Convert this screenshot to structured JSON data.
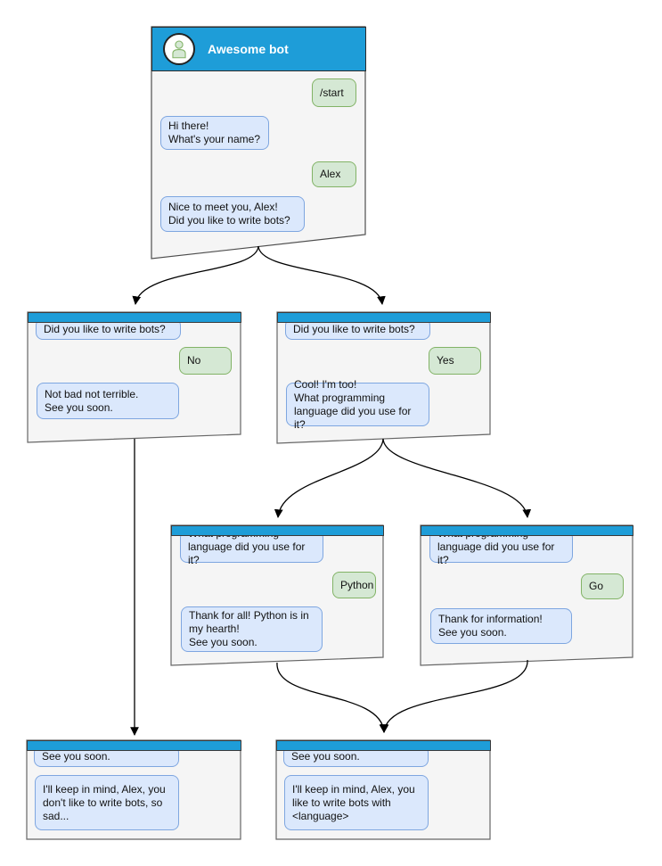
{
  "diagram": {
    "colors": {
      "header_blue": "#1E9DD8",
      "window_fill": "#F5F5F5",
      "window_border": "#666666",
      "bot_bubble_fill": "#DBE8FC",
      "bot_bubble_border": "#7EA6E0",
      "user_bubble_fill": "#D5E8D4",
      "user_bubble_border": "#82B366",
      "arrow": "#000000"
    },
    "icons": {
      "avatar": "person-icon"
    },
    "windows": [
      {
        "id": "main-chat",
        "title": "Awesome bot",
        "messages": [
          {
            "side": "user",
            "text": "/start"
          },
          {
            "side": "bot",
            "text": "Hi there!\nWhat's your name?"
          },
          {
            "side": "user",
            "text": "Alex"
          },
          {
            "side": "bot",
            "text": "Nice to meet you, Alex!\nDid you like to write bots?"
          }
        ]
      },
      {
        "id": "branch-no",
        "messages": [
          {
            "side": "bot",
            "text": "Did you like to write bots?"
          },
          {
            "side": "user",
            "text": "No"
          },
          {
            "side": "bot",
            "text": "Not bad not terrible.\nSee you soon."
          }
        ]
      },
      {
        "id": "branch-yes",
        "messages": [
          {
            "side": "bot",
            "text": "Did you like to write bots?"
          },
          {
            "side": "user",
            "text": "Yes"
          },
          {
            "side": "bot",
            "text": "Cool! I'm too!\nWhat programming\nlanguage did you use for it?"
          }
        ]
      },
      {
        "id": "branch-python",
        "messages": [
          {
            "side": "bot",
            "text": "What programming\nlanguage did you use for it?"
          },
          {
            "side": "user",
            "text": "Python"
          },
          {
            "side": "bot",
            "text": "Thank for all! Python is in\nmy hearth!\nSee you soon."
          }
        ]
      },
      {
        "id": "branch-go",
        "messages": [
          {
            "side": "bot",
            "text": "What programming\nlanguage did you use for it?"
          },
          {
            "side": "user",
            "text": "Go"
          },
          {
            "side": "bot",
            "text": "Thank for information!\nSee you soon."
          }
        ]
      },
      {
        "id": "end-no",
        "messages": [
          {
            "side": "bot",
            "text": "See you soon."
          },
          {
            "side": "bot",
            "text": "I'll keep in mind, Alex, you\ndon't like to write bots, so\nsad..."
          }
        ]
      },
      {
        "id": "end-yes",
        "messages": [
          {
            "side": "bot",
            "text": "See you soon."
          },
          {
            "side": "bot",
            "text": "I'll keep in mind, Alex, you\nlike to write bots with\n<language>"
          }
        ]
      }
    ],
    "connectors": [
      {
        "from": "main-chat",
        "to": "branch-no"
      },
      {
        "from": "main-chat",
        "to": "branch-yes"
      },
      {
        "from": "branch-no",
        "to": "end-no"
      },
      {
        "from": "branch-yes",
        "to": "branch-python"
      },
      {
        "from": "branch-yes",
        "to": "branch-go"
      },
      {
        "from": "branch-python",
        "to": "end-yes"
      },
      {
        "from": "branch-go",
        "to": "end-yes"
      }
    ]
  }
}
